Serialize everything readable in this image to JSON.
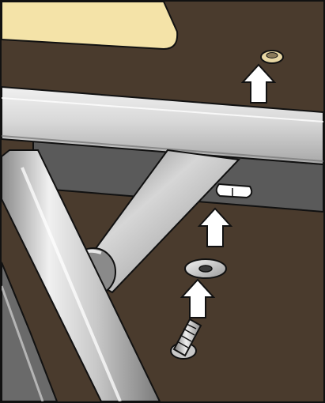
{
  "illustration": {
    "subject": "assembly-step",
    "parts": [
      "tabletop-panel",
      "cross-rail",
      "rail-bracket",
      "slot-hole",
      "leg-tube",
      "diagonal-brace-tube",
      "threaded-insert",
      "washer",
      "bolt"
    ],
    "arrows_count": 3,
    "colors": {
      "background": "#4a3b2d",
      "floor_shadow": "#3a2f24",
      "tabletop": "#f4e3a8",
      "rail_light": "#d8d8d8",
      "rail_mid": "#b4b4b4",
      "rail_dark": "#7d7d7d",
      "bracket": "#5a5a5a",
      "tube_light": "#f0f0f0",
      "tube_mid": "#c8c8c8",
      "tube_dark": "#8a8a8a",
      "outline": "#111111",
      "arrow_fill": "#ffffff"
    },
    "icons": [
      "up-arrow-icon"
    ]
  }
}
